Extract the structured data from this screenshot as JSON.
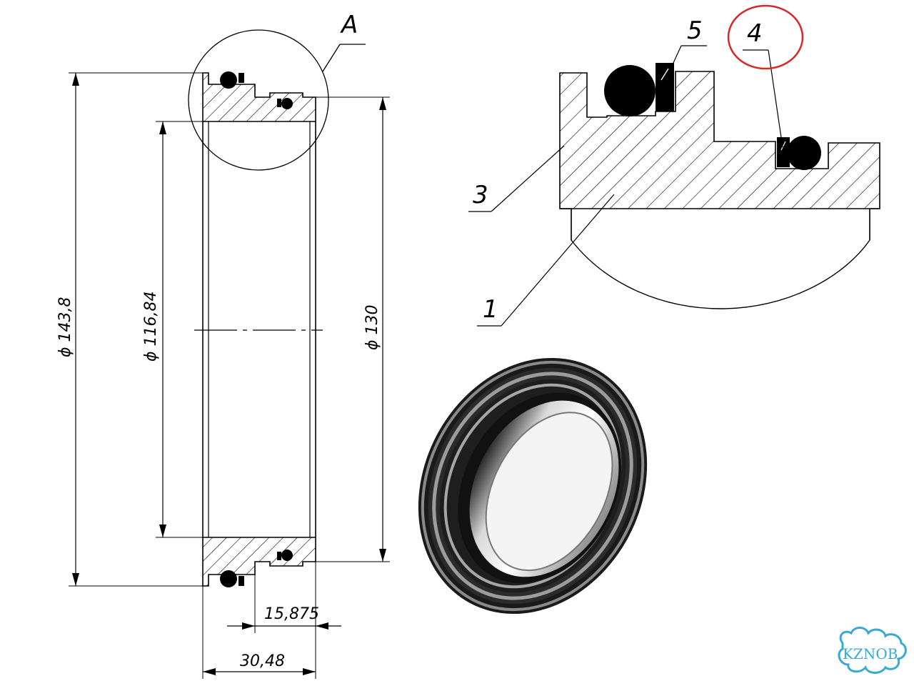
{
  "dimensions": {
    "outer_diameter": "ϕ 143,8",
    "inner_diameter": "ϕ 116,84",
    "groove_diameter": "ϕ 130",
    "groove_width": "15,875",
    "total_width": "30,48"
  },
  "detail": {
    "label": "A"
  },
  "callouts": {
    "item_1": "1",
    "item_3": "3",
    "item_4": "4",
    "item_5": "5"
  },
  "watermark": {
    "text": "KZNOB"
  },
  "colors": {
    "line": "#000000",
    "highlight_circle": "#d42a2a",
    "watermark": "#3aa9d6"
  }
}
